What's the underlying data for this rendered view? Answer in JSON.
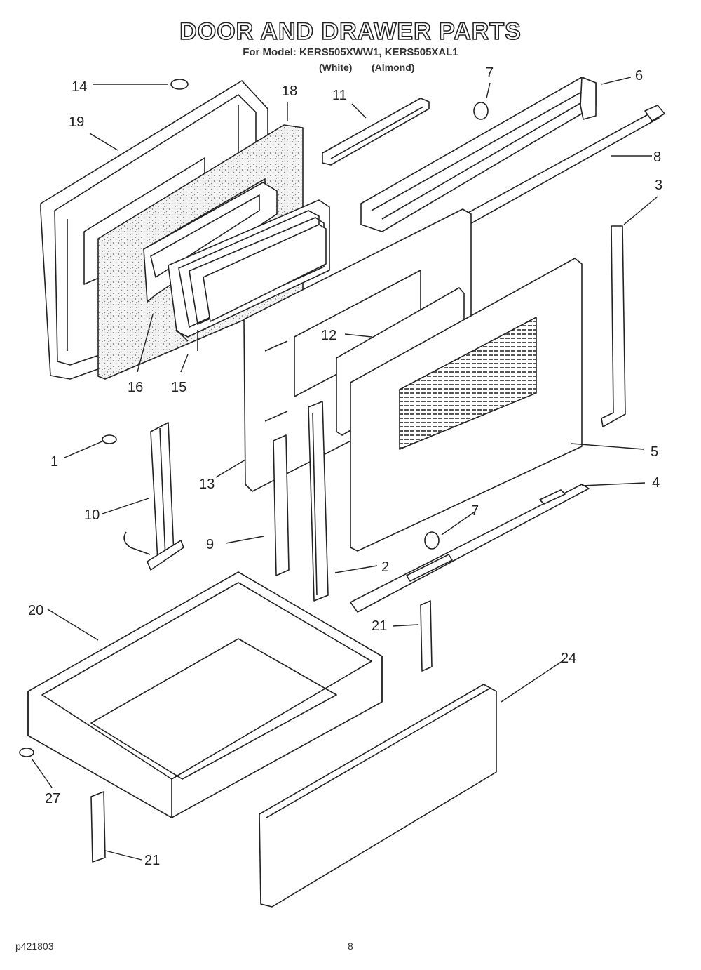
{
  "header": {
    "title": "DOOR AND DRAWER PARTS",
    "model_line": "For Model: KERS505XWW1, KERS505XAL1",
    "color_white": "(White)",
    "color_almond": "(Almond)"
  },
  "footer": {
    "doc_number": "p421803",
    "page_number": "8"
  },
  "callouts": [
    {
      "id": "c14",
      "label": "14"
    },
    {
      "id": "c19",
      "label": "19"
    },
    {
      "id": "c18",
      "label": "18"
    },
    {
      "id": "c11",
      "label": "11"
    },
    {
      "id": "c7a",
      "label": "7"
    },
    {
      "id": "c6",
      "label": "6"
    },
    {
      "id": "c8",
      "label": "8"
    },
    {
      "id": "c3",
      "label": "3"
    },
    {
      "id": "c16",
      "label": "16"
    },
    {
      "id": "c15",
      "label": "15"
    },
    {
      "id": "c12",
      "label": "12"
    },
    {
      "id": "c1",
      "label": "1"
    },
    {
      "id": "c5",
      "label": "5"
    },
    {
      "id": "c4",
      "label": "4"
    },
    {
      "id": "c13",
      "label": "13"
    },
    {
      "id": "c10",
      "label": "10"
    },
    {
      "id": "c7b",
      "label": "7"
    },
    {
      "id": "c9",
      "label": "9"
    },
    {
      "id": "c2",
      "label": "2"
    },
    {
      "id": "c20",
      "label": "20"
    },
    {
      "id": "c21a",
      "label": "21"
    },
    {
      "id": "c24",
      "label": "24"
    },
    {
      "id": "c27",
      "label": "27"
    },
    {
      "id": "c21b",
      "label": "21"
    }
  ]
}
